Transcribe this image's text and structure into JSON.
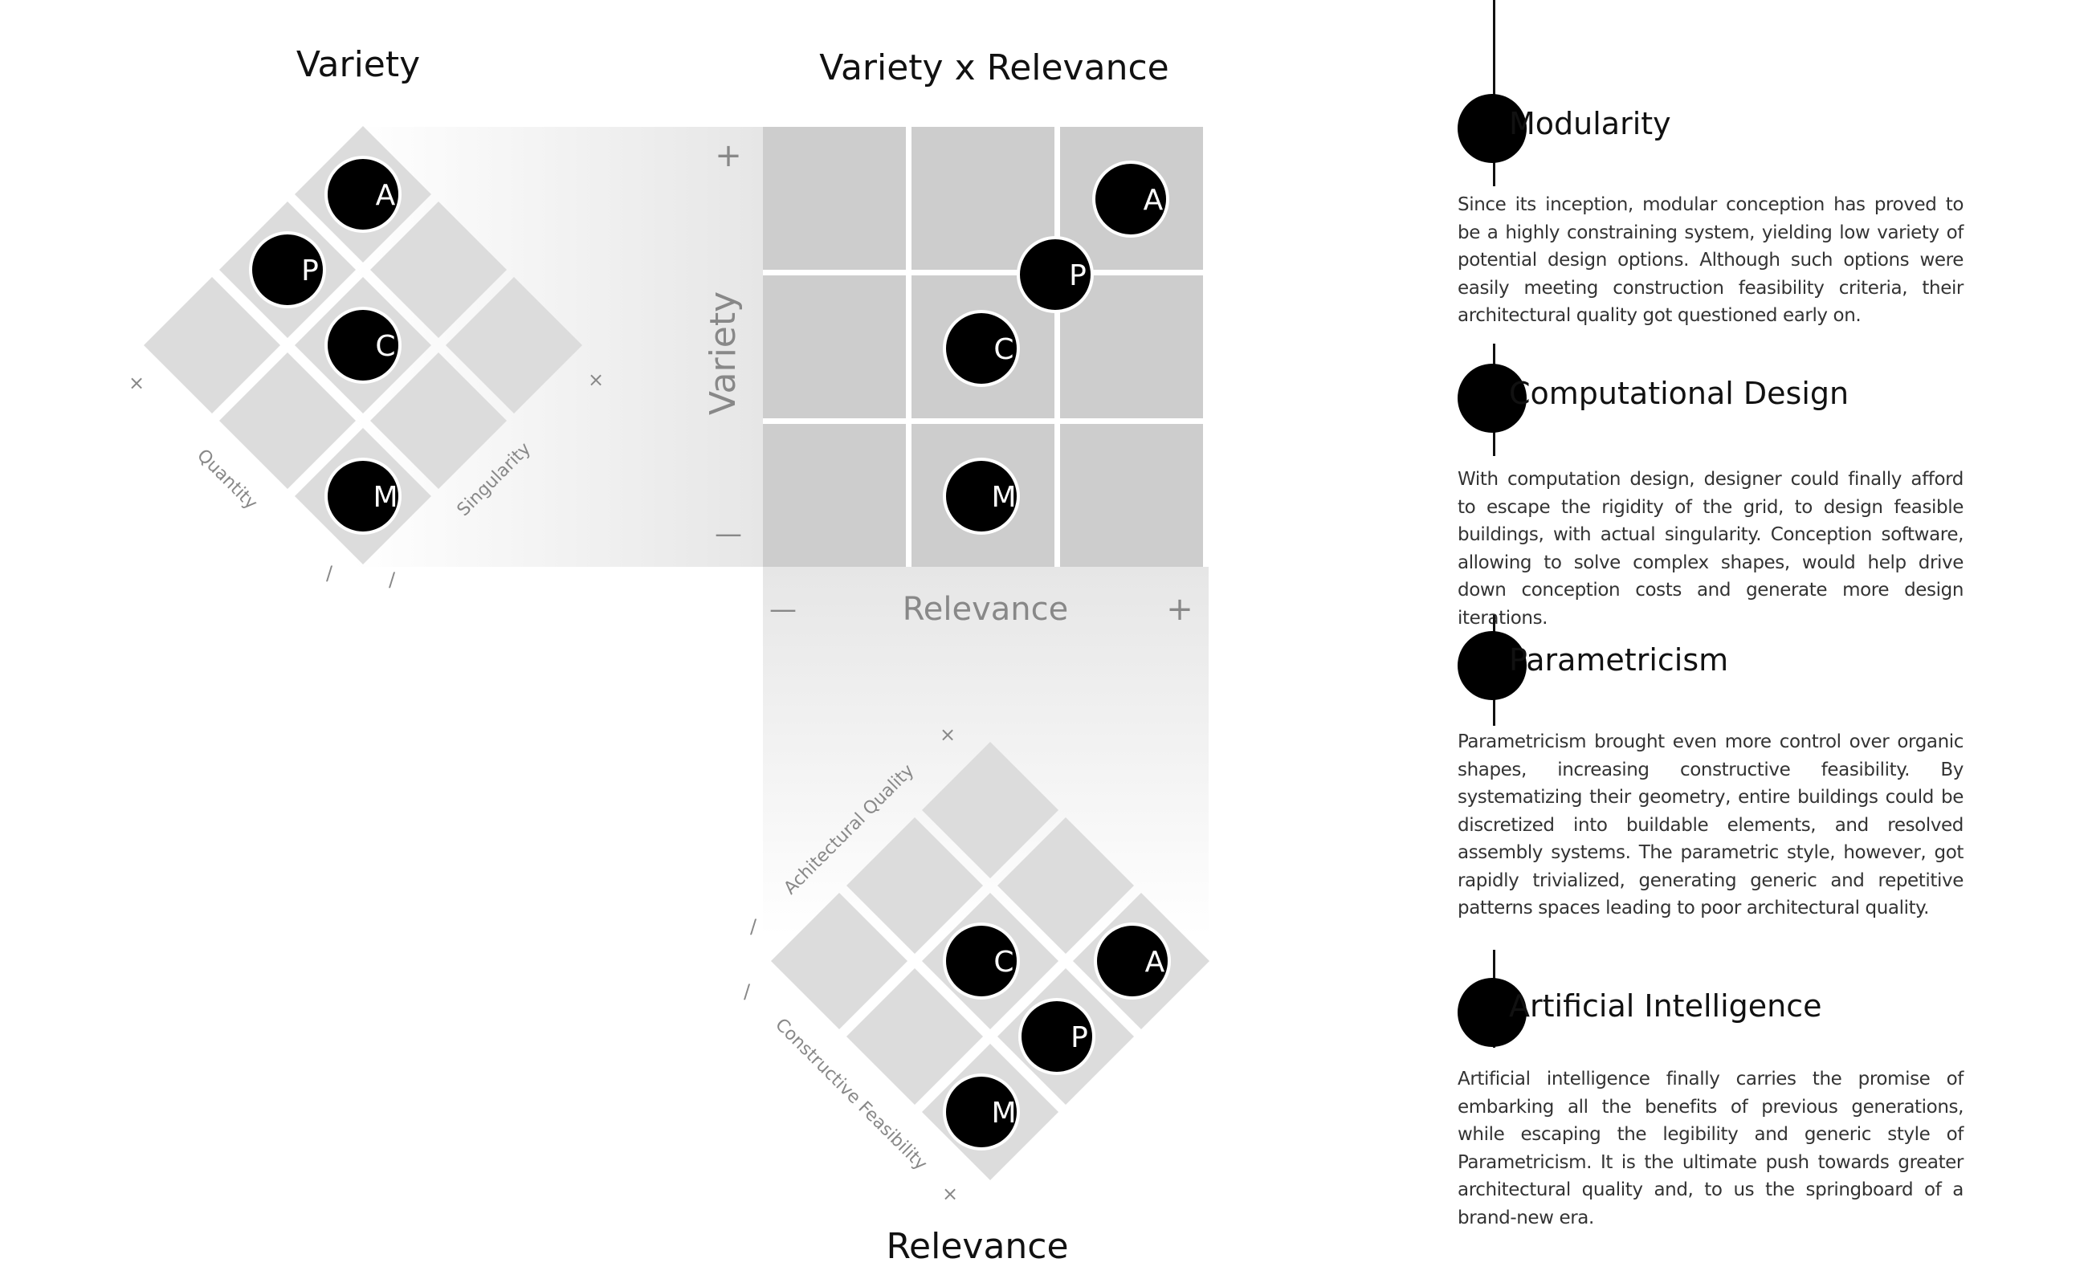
{
  "diagram": {
    "titles": {
      "variety": "Variety",
      "variety_x_relevance": "Variety x Relevance",
      "relevance": "Relevance"
    },
    "variety_diamond": {
      "axis_left": "Quantity",
      "axis_right": "Singularity",
      "tick_left_top": "×",
      "tick_right_top": "×",
      "tick_left_bottom": "/",
      "tick_right_bottom": "/"
    },
    "matrix": {
      "y_axis": "Variety",
      "x_axis": "Relevance",
      "y_plus": "+",
      "y_minus": "—",
      "x_minus": "—",
      "x_plus": "+"
    },
    "relevance_diamond": {
      "axis_upper": "Achitectural Quality",
      "axis_lower": "Constructive Feasibility",
      "tick_top": "×",
      "tick_bottom": "×",
      "tick_left_1": "/",
      "tick_left_2": "/"
    },
    "marker_letters": {
      "A": "A",
      "P": "P",
      "C": "C",
      "M": "M"
    }
  },
  "sections": [
    {
      "title": "Modularity",
      "body": "Since its inception, modular conception has proved to be a highly constraining system, yielding low variety of potential design options. Although such options were easily meeting construction feasibility criteria, their architectural quality got questioned early on."
    },
    {
      "title": "Computational Design",
      "body": "With computation design, designer could finally afford to escape the rigidity of the grid, to design feasible buildings, with actual singularity. Conception software, allowing to solve complex shapes, would help drive down conception costs and generate more design iterations."
    },
    {
      "title": "Parametricism",
      "body": "Parametricism brought even more control over organic shapes, increasing constructive feasibility. By systematizing their geometry, entire buildings could be discretized into buildable elements, and resolved assembly systems. The parametric style, however, got rapidly trivialized, generating generic and repetitive patterns spaces leading to poor architectural quality."
    },
    {
      "title": "Artificial Intelligence",
      "body": "Artificial intelligence finally carries the promise of embarking all the benefits of previous generations, while escaping the legibility and generic style of Parametricism. It is the ultimate push towards greater architectural quality and, to us the springboard of a brand-new era."
    }
  ]
}
